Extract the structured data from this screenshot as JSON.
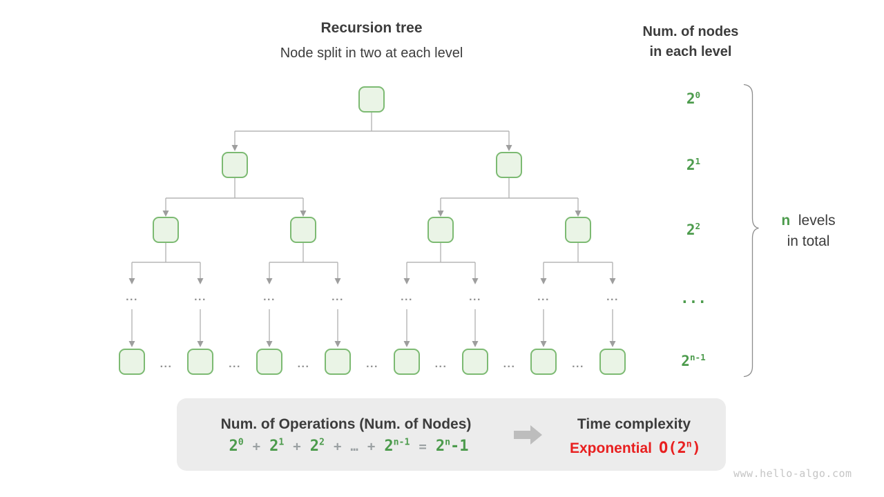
{
  "header": {
    "title": "Recursion tree",
    "subtitle": "Node split in two at each level",
    "right_title_line1": "Num. of nodes",
    "right_title_line2": "in each level"
  },
  "levels": [
    {
      "label": "2^{0}"
    },
    {
      "label": "2^{1}"
    },
    {
      "label": "2^{2}"
    },
    {
      "label": "..."
    },
    {
      "label": "2^{n-1}"
    }
  ],
  "brace_note": {
    "n": "n",
    "line1_rest": "levels",
    "line2": "in total"
  },
  "tree": {
    "ellipsis": "..."
  },
  "summary": {
    "operations_title": "Num. of Operations (Num. of Nodes)",
    "formula": [
      {
        "text": "2^{0}",
        "color": "green"
      },
      {
        "text": "+",
        "color": "gray"
      },
      {
        "text": "2^{1}",
        "color": "green"
      },
      {
        "text": "+",
        "color": "gray"
      },
      {
        "text": "2^{2}",
        "color": "green"
      },
      {
        "text": "+",
        "color": "gray"
      },
      {
        "text": "…",
        "color": "gray"
      },
      {
        "text": "+",
        "color": "gray"
      },
      {
        "text": "2^{n-1}",
        "color": "green"
      },
      {
        "text": "=",
        "color": "gray"
      },
      {
        "text": "2^{n}-1",
        "color": "green"
      }
    ],
    "time_title": "Time complexity",
    "complexity_word": "Exponential",
    "complexity_bigo": "O(2^{n})"
  },
  "watermark": "www.hello-algo.com",
  "colors": {
    "green_text": "#4c9b4c",
    "node_border": "#7cba72",
    "node_fill": "#eaf4e6",
    "line_gray": "#b5b5b5",
    "red": "#e81f1f",
    "box_bg": "#ececec"
  }
}
